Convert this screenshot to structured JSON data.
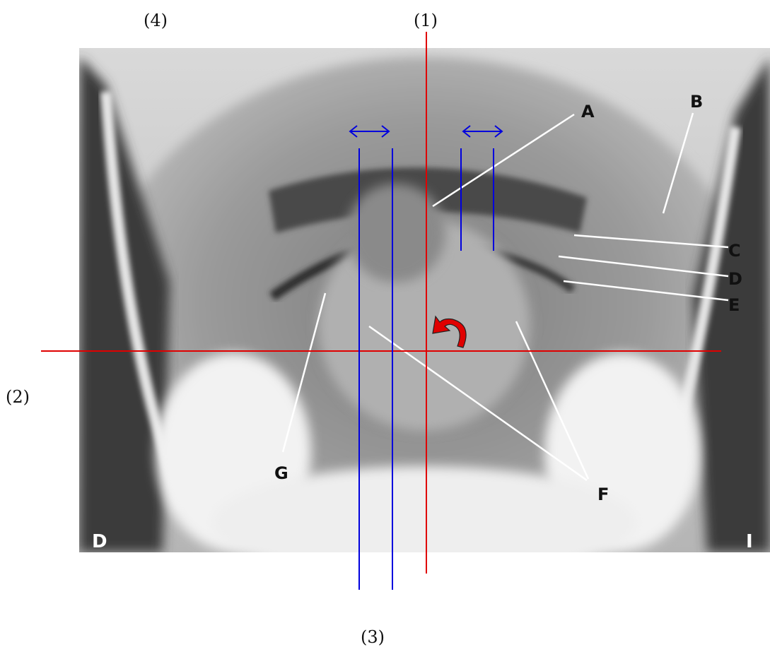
{
  "captions": {
    "view_1": "(1)",
    "view_2": "(2)",
    "view_3": "(3)",
    "view_4": "(4)"
  },
  "letters": {
    "A": "A",
    "B": "B",
    "C": "C",
    "D": "D",
    "E": "E",
    "F": "F",
    "G": "G"
  },
  "corners": {
    "left": "D",
    "right": "I"
  },
  "colors": {
    "axis": "#e00000",
    "guide": "#0000dd",
    "arrow": "#e00000",
    "leader": "#ffffff"
  },
  "icons": {
    "rotation": "curved-rotation-arrow-icon",
    "double_arrow": "double-headed-arrow-icon"
  }
}
